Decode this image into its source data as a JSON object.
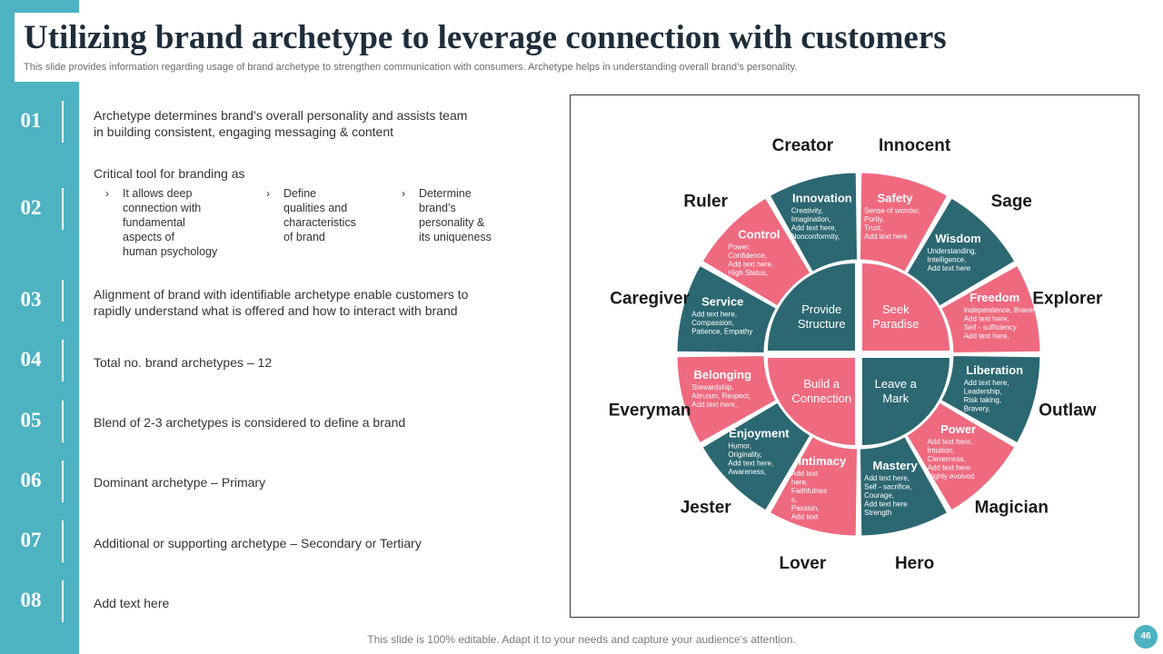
{
  "title": "Utilizing brand archetype to leverage connection with customers",
  "subtitle": "This slide provides information regarding usage of brand archetype to strengthen communication with consumers. Archetype helps in understanding overall brand’s personality.",
  "points": [
    {
      "num": "01",
      "lines": [
        "Archetype determines brand’s overall personality and assists team",
        "in building consistent, engaging messaging & content"
      ]
    },
    {
      "num": "02",
      "lines": [
        "Critical tool for branding as"
      ],
      "subitems": [
        {
          "lines": [
            "It allows deep",
            "connection with",
            "fundamental",
            "aspects of",
            "human psychology"
          ]
        },
        {
          "lines": [
            "Define",
            "qualities and",
            "characteristics",
            "of brand"
          ]
        },
        {
          "lines": [
            "Determine",
            "brand’s",
            "personality &",
            "its uniqueness"
          ]
        }
      ]
    },
    {
      "num": "03",
      "lines": [
        "Alignment of brand with identifiable archetype enable customers to",
        "rapidly understand what is offered and how to interact with brand"
      ]
    },
    {
      "num": "04",
      "lines": [
        "Total no. brand archetypes – 12"
      ]
    },
    {
      "num": "05",
      "lines": [
        "Blend of 2-3 archetypes is considered to define a brand"
      ]
    },
    {
      "num": "06",
      "lines": [
        "Dominant archetype – Primary"
      ]
    },
    {
      "num": "07",
      "lines": [
        "Additional  or supporting archetype – Secondary or Tertiary"
      ]
    },
    {
      "num": "08",
      "lines": [
        "Add text here"
      ]
    }
  ],
  "wheel": {
    "colors": {
      "teal": "#2c6872",
      "pink": "#ef6a7f",
      "white": "#ffffff",
      "outer_label": "#1a1a1a"
    },
    "center": [
      {
        "lines": [
          "Provide",
          "Structure"
        ],
        "color": "teal"
      },
      {
        "lines": [
          "Seek",
          "Paradise"
        ],
        "color": "pink"
      },
      {
        "lines": [
          "Leave  a",
          "Mark"
        ],
        "color": "teal"
      },
      {
        "lines": [
          "Build a",
          "Connection"
        ],
        "color": "pink"
      }
    ],
    "segments": [
      {
        "archetype": "Innocent",
        "trait": "Safety",
        "details": [
          "Sense of wonder,",
          "Purity,",
          "Trust,",
          "Add text here"
        ],
        "color": "pink"
      },
      {
        "archetype": "Sage",
        "trait": "Wisdom",
        "details": [
          "Understanding,",
          "Intelligence,",
          "Add text here"
        ],
        "color": "teal"
      },
      {
        "archetype": "Explorer",
        "trait": "Freedom",
        "details": [
          "Independence,   Bravery",
          "Add text here,",
          "Self - sufficiency",
          "Add text here,"
        ],
        "color": "pink"
      },
      {
        "archetype": "Outlaw",
        "trait": "Liberation",
        "details": [
          "Add text here,",
          "Leadership,",
          "Risk taking,",
          "Bravery,"
        ],
        "color": "teal"
      },
      {
        "archetype": "Magician",
        "trait": "Power",
        "details": [
          "Add text here,",
          "Intuition,",
          "Cleverness,",
          "Add text here",
          "Highly evolved"
        ],
        "color": "pink"
      },
      {
        "archetype": "Hero",
        "trait": "Mastery",
        "details": [
          "Add text here,",
          "Self - sacrifice,",
          "Courage,",
          "Add text here",
          "Strength"
        ],
        "color": "teal"
      },
      {
        "archetype": "Lover",
        "trait": "Intimacy",
        "details": [
          "Add text",
          "here,",
          "Faithfulnes",
          "s,",
          "Passion,",
          "Add text"
        ],
        "color": "pink"
      },
      {
        "archetype": "Jester",
        "trait": "Enjoyment",
        "details": [
          "Humor,",
          "Originality,",
          "Add text here,",
          "Awareness,"
        ],
        "color": "teal"
      },
      {
        "archetype": "Everyman",
        "trait": "Belonging",
        "details": [
          "Stewardship,",
          "Altruism, Respect,",
          "Add text here,"
        ],
        "color": "pink"
      },
      {
        "archetype": "Caregiver",
        "trait": "Service",
        "details": [
          "Add text here,",
          "Compassion,",
          "Patience,  Empathy"
        ],
        "color": "teal"
      },
      {
        "archetype": "Ruler",
        "trait": "Control",
        "details": [
          "Power,",
          "Confidence,",
          "Add text here,",
          "High Status,"
        ],
        "color": "pink"
      },
      {
        "archetype": "Creator",
        "trait": "Innovation",
        "details": [
          "Creativity,",
          "Imagination,",
          "Add text here,",
          "Nonconformity,"
        ],
        "color": "teal"
      }
    ]
  },
  "footer": "This slide is 100% editable. Adapt it to your needs and capture your audience’s attention.",
  "page_number": "46"
}
